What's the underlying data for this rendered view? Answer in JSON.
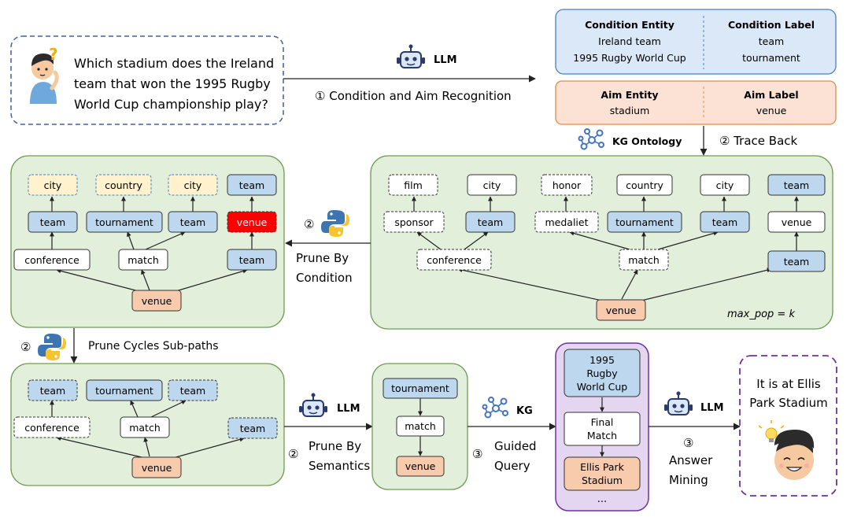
{
  "question": {
    "lines": [
      "Which stadium does the Ireland",
      "team that won the 1995 Rugby",
      "World Cup championship play?"
    ]
  },
  "llm_label": "LLM",
  "kg_ontology_label": "KG Ontology",
  "kg_label": "KG",
  "steps": {
    "condition_aim": "① Condition and Aim Recognition",
    "trace_back": "② Trace Back",
    "prune_condition_num": "②",
    "prune_condition_l1": "Prune By",
    "prune_condition_l2": "Condition",
    "prune_cycles_num": "②",
    "prune_cycles": "Prune Cycles Sub-paths",
    "prune_semantics_num": "②",
    "prune_semantics_l1": "Prune By",
    "prune_semantics_l2": "Semantics",
    "guided_num": "③",
    "guided_l1": "Guided",
    "guided_l2": "Query",
    "answer_num": "③",
    "answer_l1": "Answer",
    "answer_l2": "Mining"
  },
  "condition_box": {
    "entity_header": "Condition Entity",
    "label_header": "Condition Label",
    "entities": [
      "Ireland team",
      "1995 Rugby World Cup"
    ],
    "labels": [
      "team",
      "tournament"
    ]
  },
  "aim_box": {
    "entity_header": "Aim Entity",
    "label_header": "Aim Label",
    "entity": "stadium",
    "label": "venue"
  },
  "ontology_tree": {
    "max_pop": "max_pop = k",
    "nodes": [
      "film",
      "city",
      "honor",
      "country",
      "city",
      "team",
      "sponsor",
      "team",
      "medaliet",
      "tournament",
      "team",
      "venue",
      "conference",
      "match",
      "team",
      "venue"
    ]
  },
  "pruned_tree": {
    "nodes": [
      "city",
      "country",
      "city",
      "team",
      "team",
      "tournament",
      "team",
      "venue",
      "conference",
      "match",
      "team",
      "venue"
    ]
  },
  "cycle_tree": {
    "nodes": [
      "team",
      "tournament",
      "team",
      "conference",
      "match",
      "team",
      "venue"
    ]
  },
  "semantic_path": {
    "nodes": [
      "tournament",
      "match",
      "venue"
    ]
  },
  "query_path": {
    "nodes": [
      "1995 Rugby World Cup",
      "Final Match",
      "Ellis Park Stadium"
    ],
    "ellipsis": "..."
  },
  "answer": {
    "lines": [
      "It is at Ellis",
      "Park Stadium"
    ]
  },
  "colors": {
    "panel_green": "#e2efda",
    "panel_border": "#6f9a54",
    "node_blue": "#bdd7ee",
    "node_yellow": "#fff2cc",
    "node_orange": "#f8cbad",
    "node_red": "#ff0000",
    "purple_panel": "#e4d6f0",
    "purple_border": "#7030a0",
    "condition_bg": "#dae8f7",
    "aim_bg": "#fbe2d5"
  }
}
